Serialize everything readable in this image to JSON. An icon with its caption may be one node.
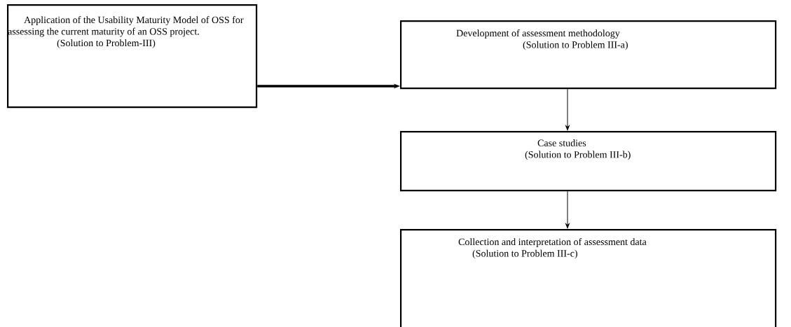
{
  "diagram": {
    "nodes": [
      {
        "text": [
          "Application of the Usability Maturity Model of OSS for assessing the current maturity of an OSS project.",
          "(Solution to Problem-III)"
        ]
      },
      {
        "text": [
          "Development of assessment methodology",
          "(Solution to Problem III-a)"
        ]
      },
      {
        "text": [
          "Case studies",
          "(Solution to Problem III-b)"
        ]
      },
      {
        "text": [
          "Collection and interpretation of assessment data",
          "(Solution to Problem III-c)"
        ]
      }
    ],
    "edges": [
      {
        "from": 0,
        "to": 1,
        "arrow": "to",
        "style": "thick"
      },
      {
        "from": 1,
        "to": 2,
        "arrow": "to"
      },
      {
        "from": 2,
        "to": 3,
        "arrow": "to"
      }
    ]
  }
}
